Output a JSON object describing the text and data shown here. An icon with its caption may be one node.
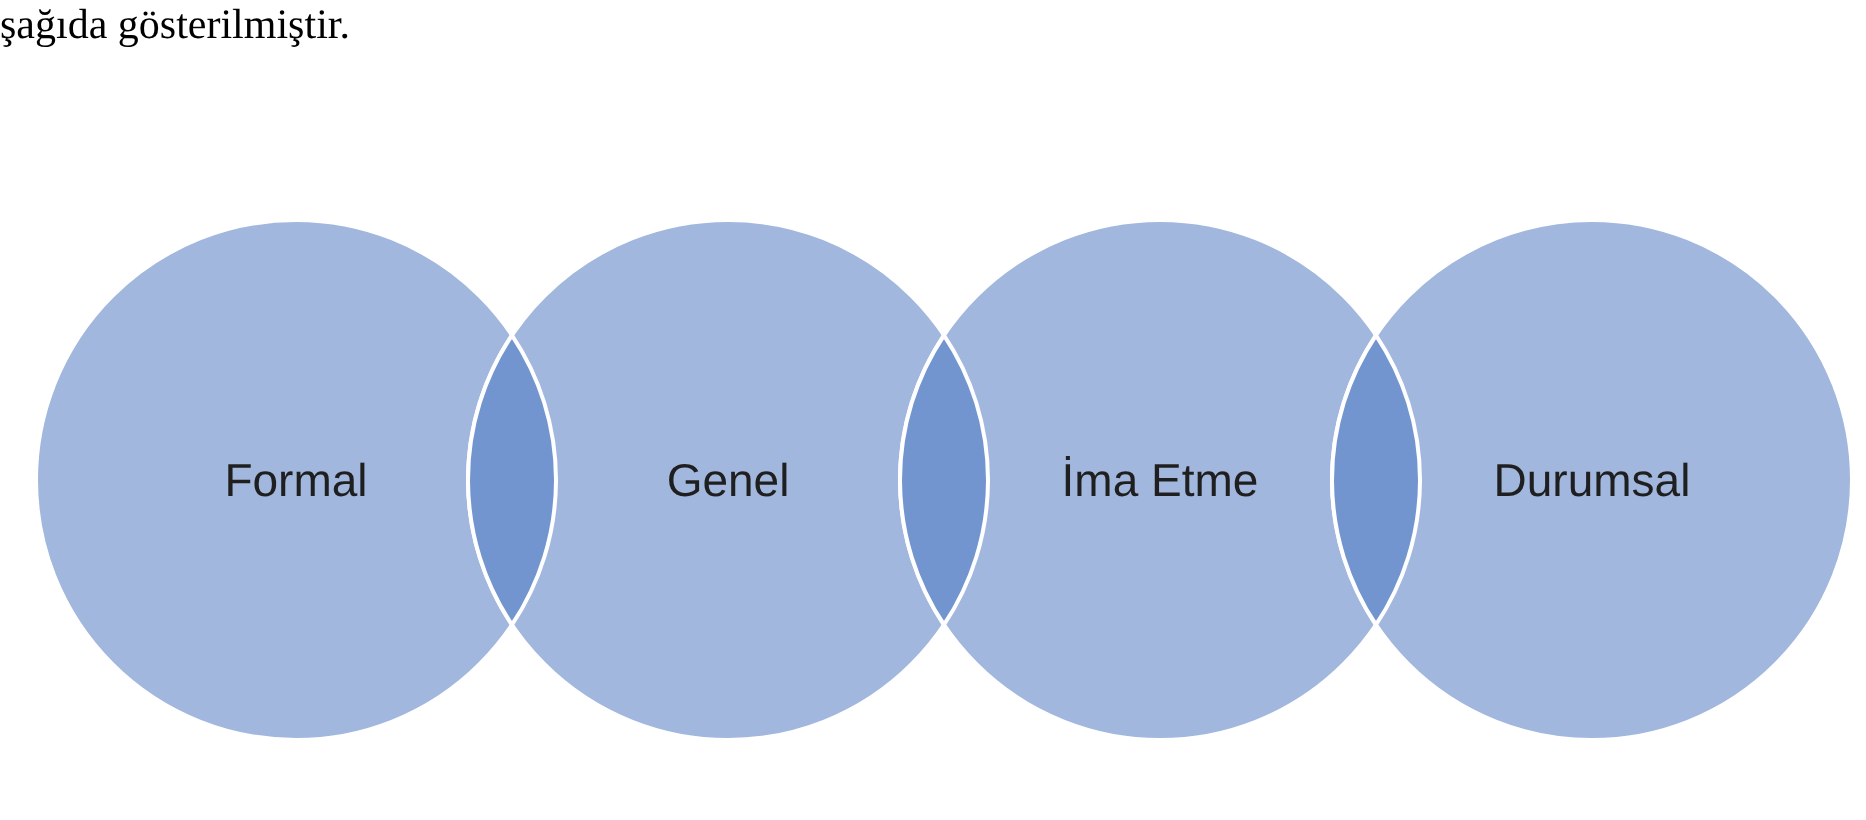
{
  "diagram": {
    "nodes": [
      {
        "text": [
          "Formal"
        ]
      },
      {
        "text": [
          "Genel"
        ]
      },
      {
        "text": [
          "İma Etme"
        ]
      },
      {
        "text": [
          "Durumsal"
        ]
      }
    ],
    "labels": [
      "şağıda gösterilmiştir."
    ]
  }
}
